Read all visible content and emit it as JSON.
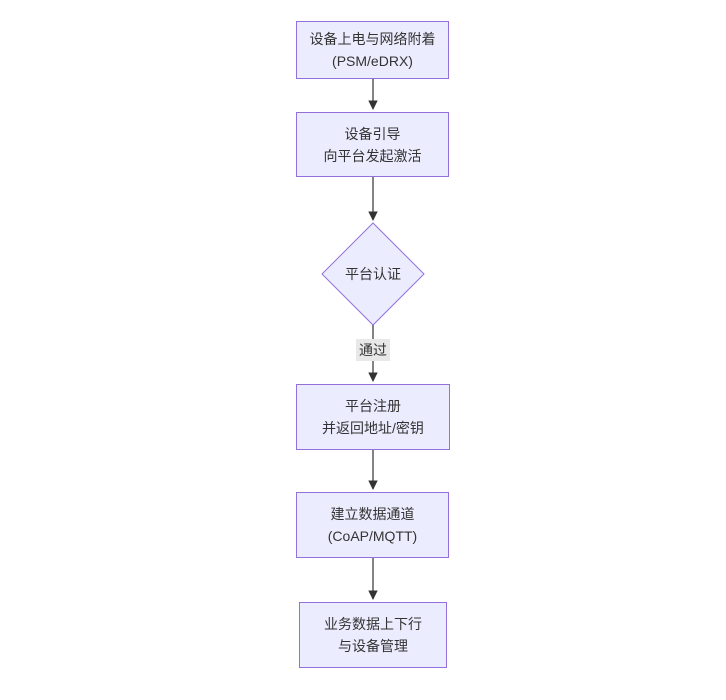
{
  "diagram": {
    "kind": "flowchart",
    "direction": "top-down",
    "nodes": [
      {
        "id": "power-attach",
        "shape": "rect",
        "line1": "设备上电与网络附着",
        "line2": "(PSM/eDRX)"
      },
      {
        "id": "bootstrap",
        "shape": "rect",
        "line1": "设备引导",
        "line2": "向平台发起激活"
      },
      {
        "id": "platform-auth",
        "shape": "diamond",
        "line1": "平台认证"
      },
      {
        "id": "platform-register",
        "shape": "rect",
        "line1": "平台注册",
        "line2": "并返回地址/密钥"
      },
      {
        "id": "data-channel",
        "shape": "rect",
        "line1": "建立数据通道",
        "line2": "(CoAP/MQTT)"
      },
      {
        "id": "business-data",
        "shape": "rect",
        "line1": "业务数据上下行",
        "line2": "与设备管理"
      }
    ],
    "edges": [
      {
        "from": "power-attach",
        "to": "bootstrap",
        "label": ""
      },
      {
        "from": "bootstrap",
        "to": "platform-auth",
        "label": ""
      },
      {
        "from": "platform-auth",
        "to": "platform-register",
        "label": "通过"
      },
      {
        "from": "platform-register",
        "to": "data-channel",
        "label": ""
      },
      {
        "from": "data-channel",
        "to": "business-data",
        "label": ""
      }
    ],
    "colors": {
      "node_fill": "#ECECFF",
      "node_border": "#9370DB",
      "arrow": "#333333",
      "edge_label_bg": "#e8e8e8",
      "text": "#333333",
      "background": "#ffffff"
    }
  }
}
